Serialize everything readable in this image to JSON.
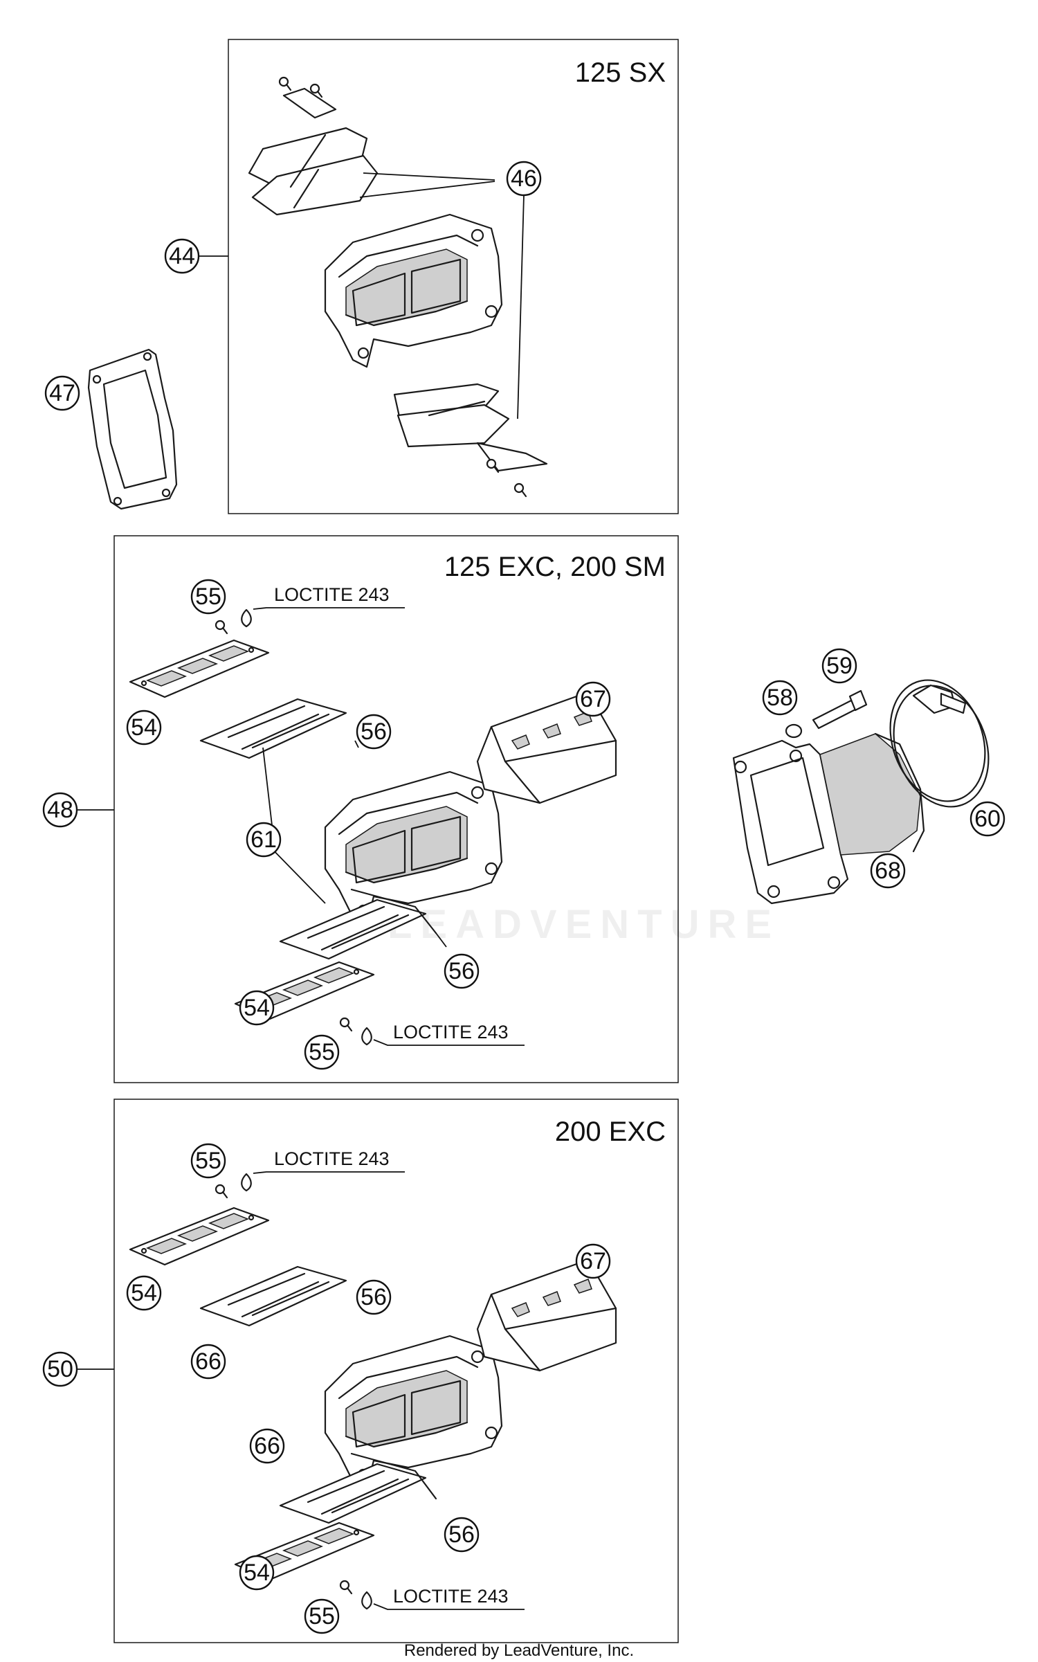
{
  "panels": [
    {
      "title": "125 SX"
    },
    {
      "title": "125 EXC, 200 SM"
    },
    {
      "title": "200 EXC"
    }
  ],
  "loctite_label": "LOCTITE 243",
  "callouts": {
    "p44": "44",
    "p46": "46",
    "p47": "47",
    "p48": "48",
    "p50": "50",
    "p54": "54",
    "p55": "55",
    "p56": "56",
    "p58": "58",
    "p59": "59",
    "p60": "60",
    "p61": "61",
    "p66": "66",
    "p67": "67",
    "p68": "68"
  },
  "watermark": "LEADVENTURE",
  "footer": "Rendered by LeadVenture, Inc."
}
